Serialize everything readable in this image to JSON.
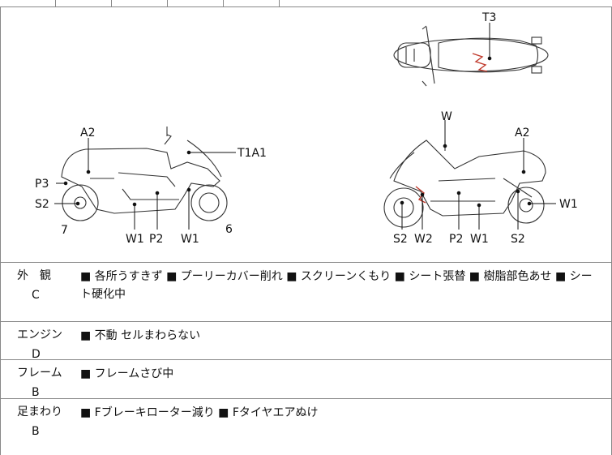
{
  "diagram": {
    "labels": {
      "t3": "T3",
      "w_top": "W",
      "a2_left": "A2",
      "t1a1": "T1A1",
      "p3": "P3",
      "s2_left": "S2",
      "seven": "7",
      "w1_left_a": "W1",
      "p2_left": "P2",
      "w1_left_b": "W1",
      "six": "6",
      "a2_right": "A2",
      "w1_right": "W1",
      "s2_right_a": "S2",
      "w2_right": "W2",
      "p2_right": "P2",
      "w1_right_b": "W1",
      "s2_right_b": "S2"
    }
  },
  "sections": [
    {
      "name": "外　観",
      "grade": "C",
      "text": "■ 各所うすきず ■ プーリーカバー削れ ■ スクリーンくもり ■ シート張替 ■ 樹脂部色あせ ■ シート硬化中"
    },
    {
      "name": "エンジン",
      "grade": "D",
      "text": "■ 不動 セルまわらない"
    },
    {
      "name": "フレーム",
      "grade": "B",
      "text": "■ フレームさび中"
    },
    {
      "name": "足まわり",
      "grade": "B",
      "text": "■ Fブレーキローター減り ■ Fタイヤエアぬけ"
    }
  ],
  "colors": {
    "accent_mark": "#c0392b",
    "line": "#333333"
  }
}
